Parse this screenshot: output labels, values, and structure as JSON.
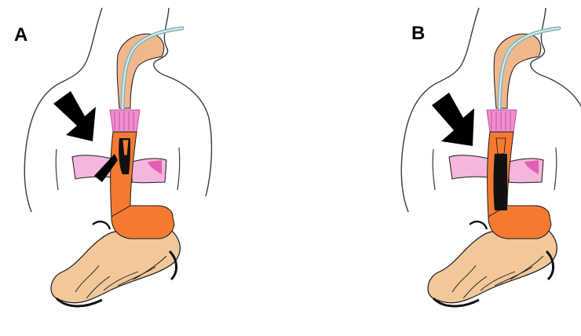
{
  "panels": [
    {
      "label": "A",
      "fill_state": "partial"
    },
    {
      "label": "B",
      "fill_state": "full"
    }
  ],
  "colors": {
    "outline": "#1a1a1a",
    "body_outline": "#3a3a3a",
    "tube": "#7fb3b8",
    "tube_inner": "#d9eef0",
    "pharynx": "#f0b78d",
    "cuff": "#ee8fd0",
    "cuff_dark": "#c7509f",
    "diaphragm": "#f4b6dc",
    "diaphragm_dark": "#e25fb4",
    "esophagus": "#f47a32",
    "stomach": "#f2c89a",
    "stomach_fundus": "#f47a32",
    "lumen": "#111111",
    "arrow": "#000000"
  },
  "icons": [
    "arrow-icon",
    "endoscope-tube-icon"
  ]
}
